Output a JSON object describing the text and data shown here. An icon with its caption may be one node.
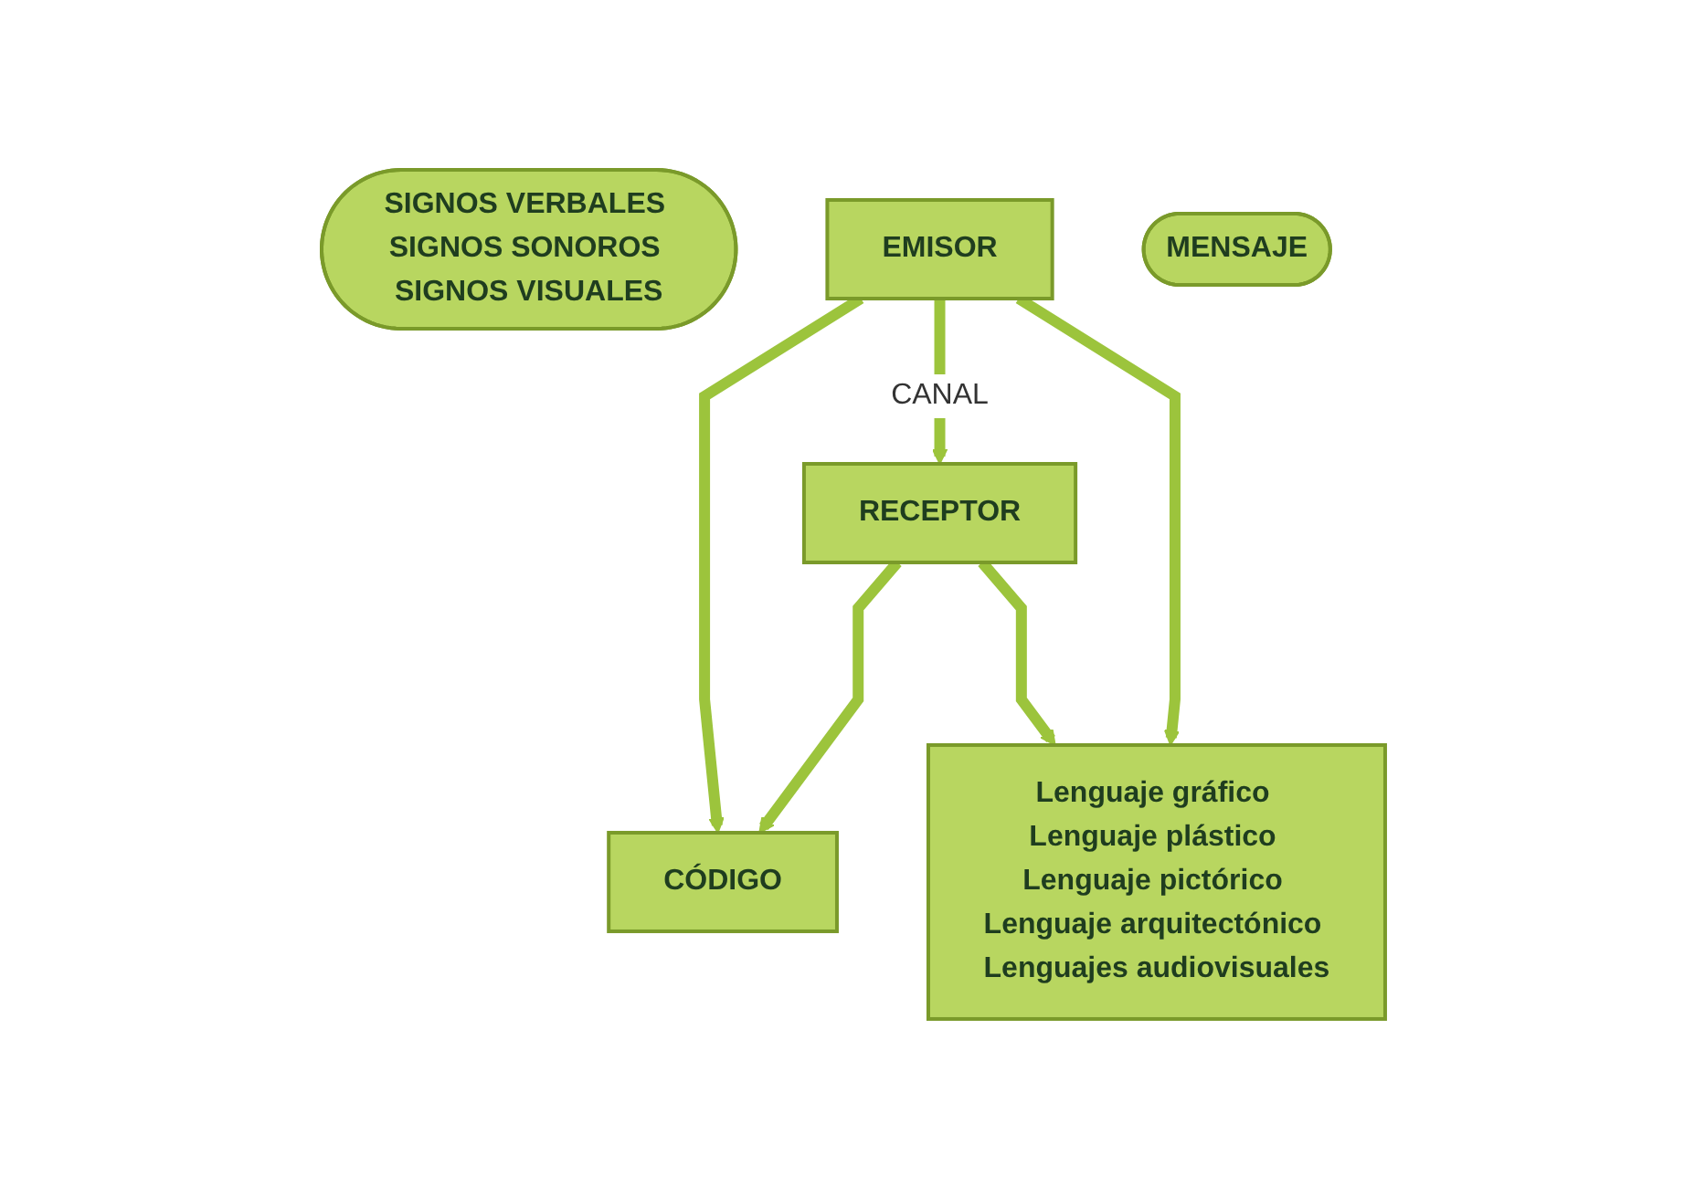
{
  "diagram": {
    "nodes": [
      {
        "text": [
          "CÓDIGO"
        ]
      },
      {
        "text": [
          "SIGNOS VERBALES SIGNOS SONOROS SIGNOS VISUALES"
        ]
      },
      {
        "text": [
          "EMISOR"
        ]
      },
      {
        "text": [
          "RECEPTOR"
        ]
      },
      {
        "text": [
          "MENSAJE"
        ]
      },
      {
        "text": [
          "Lenguaje gráfico Lenguaje plástico Lenguaje pictórico Lenguaje arquitectónico Lenguajes audiovisuales"
        ]
      }
    ],
    "edges": [
      {
        "from": 2,
        "to": 0,
        "arrow": "to"
      },
      {
        "from": 3,
        "to": 0,
        "arrow": "to"
      },
      {
        "from": 2,
        "to": 3,
        "arrow": "to",
        "label": "CANAL"
      },
      {
        "from": 2,
        "to": 5,
        "arrow": "to"
      },
      {
        "from": 3,
        "to": 5,
        "arrow": "to"
      }
    ]
  }
}
